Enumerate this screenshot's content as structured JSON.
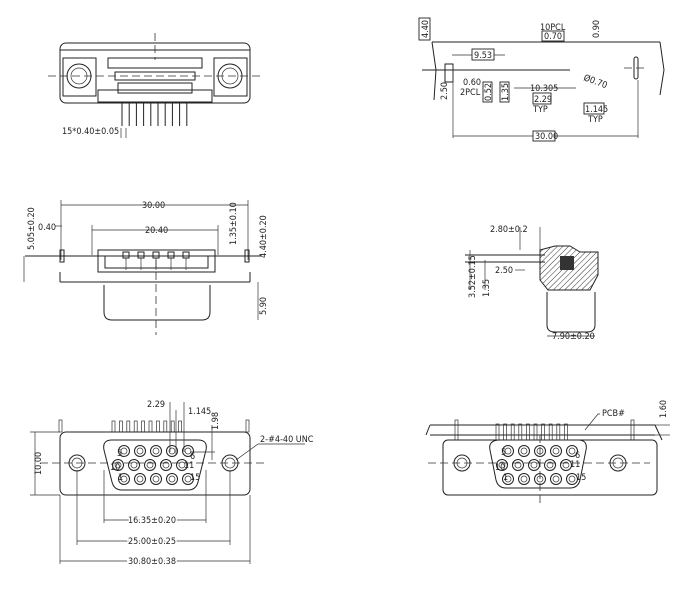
{
  "views": {
    "top_view": {
      "pin_dim": "15*0.40±0.05"
    },
    "side_layout": {
      "pitch_label": "10PCL",
      "d070": "0.70",
      "d090": "0.90",
      "d440": "4.40",
      "d953": "9.53",
      "d250": "2.50",
      "d060": "0.60",
      "pcl2": "2PCL",
      "d052": "0.52",
      "d135": "1.35",
      "d10305": "10.305",
      "d229": "2.29",
      "typ1": "TYP",
      "d1145": "1.145",
      "typ2": "TYP",
      "hole": "Ø0.70",
      "d3000": "30.00"
    },
    "front_section": {
      "d3000": "30.00",
      "d040": "0.40",
      "d2040": "20.40",
      "d505": "5.05±0.20",
      "d135": "1.35±0.10",
      "d440": "4.40±0.20",
      "d590": "5.90"
    },
    "side_section": {
      "d280": "2.80±0.2",
      "d250": "2.50",
      "d352": "3.52±0.15",
      "d135": "1.35",
      "d790": "7.90±0.20"
    },
    "face_view": {
      "d229": "2.29",
      "d1145": "1.145",
      "d198": "1.98",
      "thread": "2-#4-40 UNC",
      "d1000": "10.00",
      "d1635": "16.35±0.20",
      "d2500": "25.00±0.25",
      "d3080": "30.80±0.38",
      "pin_labels": [
        "5",
        "10",
        "1",
        "15",
        "6",
        "11"
      ]
    },
    "mounted_view": {
      "pcb": "PCB#",
      "d160": "1.60",
      "pin_labels": [
        "5",
        "10",
        "1",
        "15",
        "6",
        "11"
      ]
    }
  }
}
